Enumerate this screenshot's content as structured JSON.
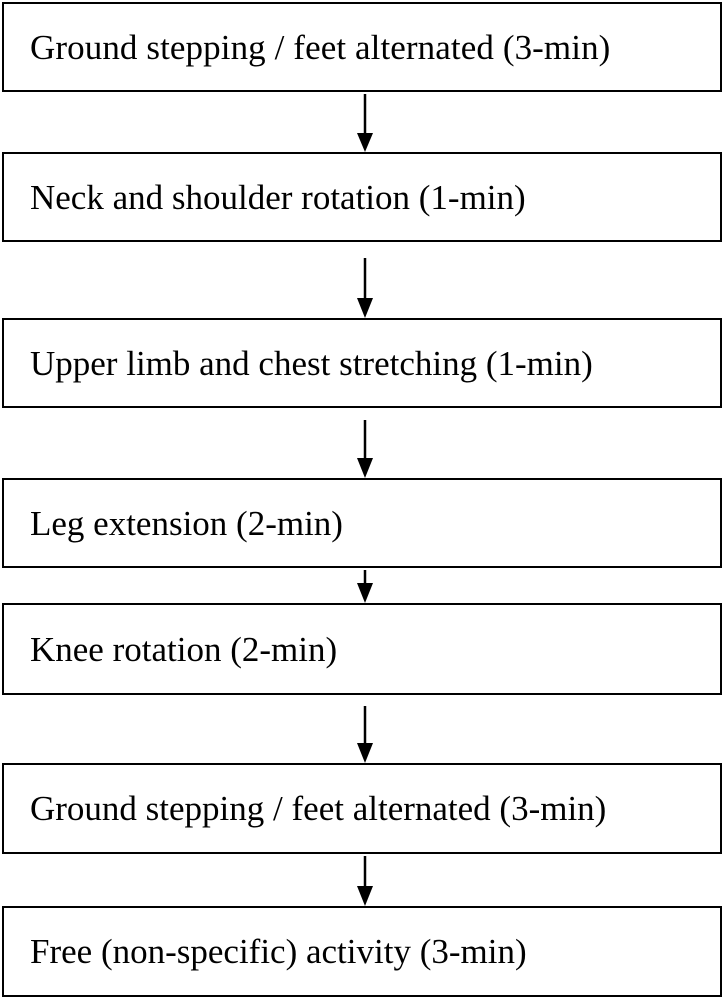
{
  "steps": [
    {
      "label": "Ground stepping / feet alternated (3-min)"
    },
    {
      "label": "Neck and shoulder rotation (1-min)"
    },
    {
      "label": "Upper limb and chest stretching (1-min)"
    },
    {
      "label": "Leg extension (2-min)"
    },
    {
      "label": "Knee rotation (2-min)"
    },
    {
      "label": "Ground stepping / feet alternated (3-min)"
    },
    {
      "label": "Free (non-specific) activity (3-min)"
    }
  ],
  "colors": {
    "line": "#000000",
    "background": "#ffffff"
  }
}
